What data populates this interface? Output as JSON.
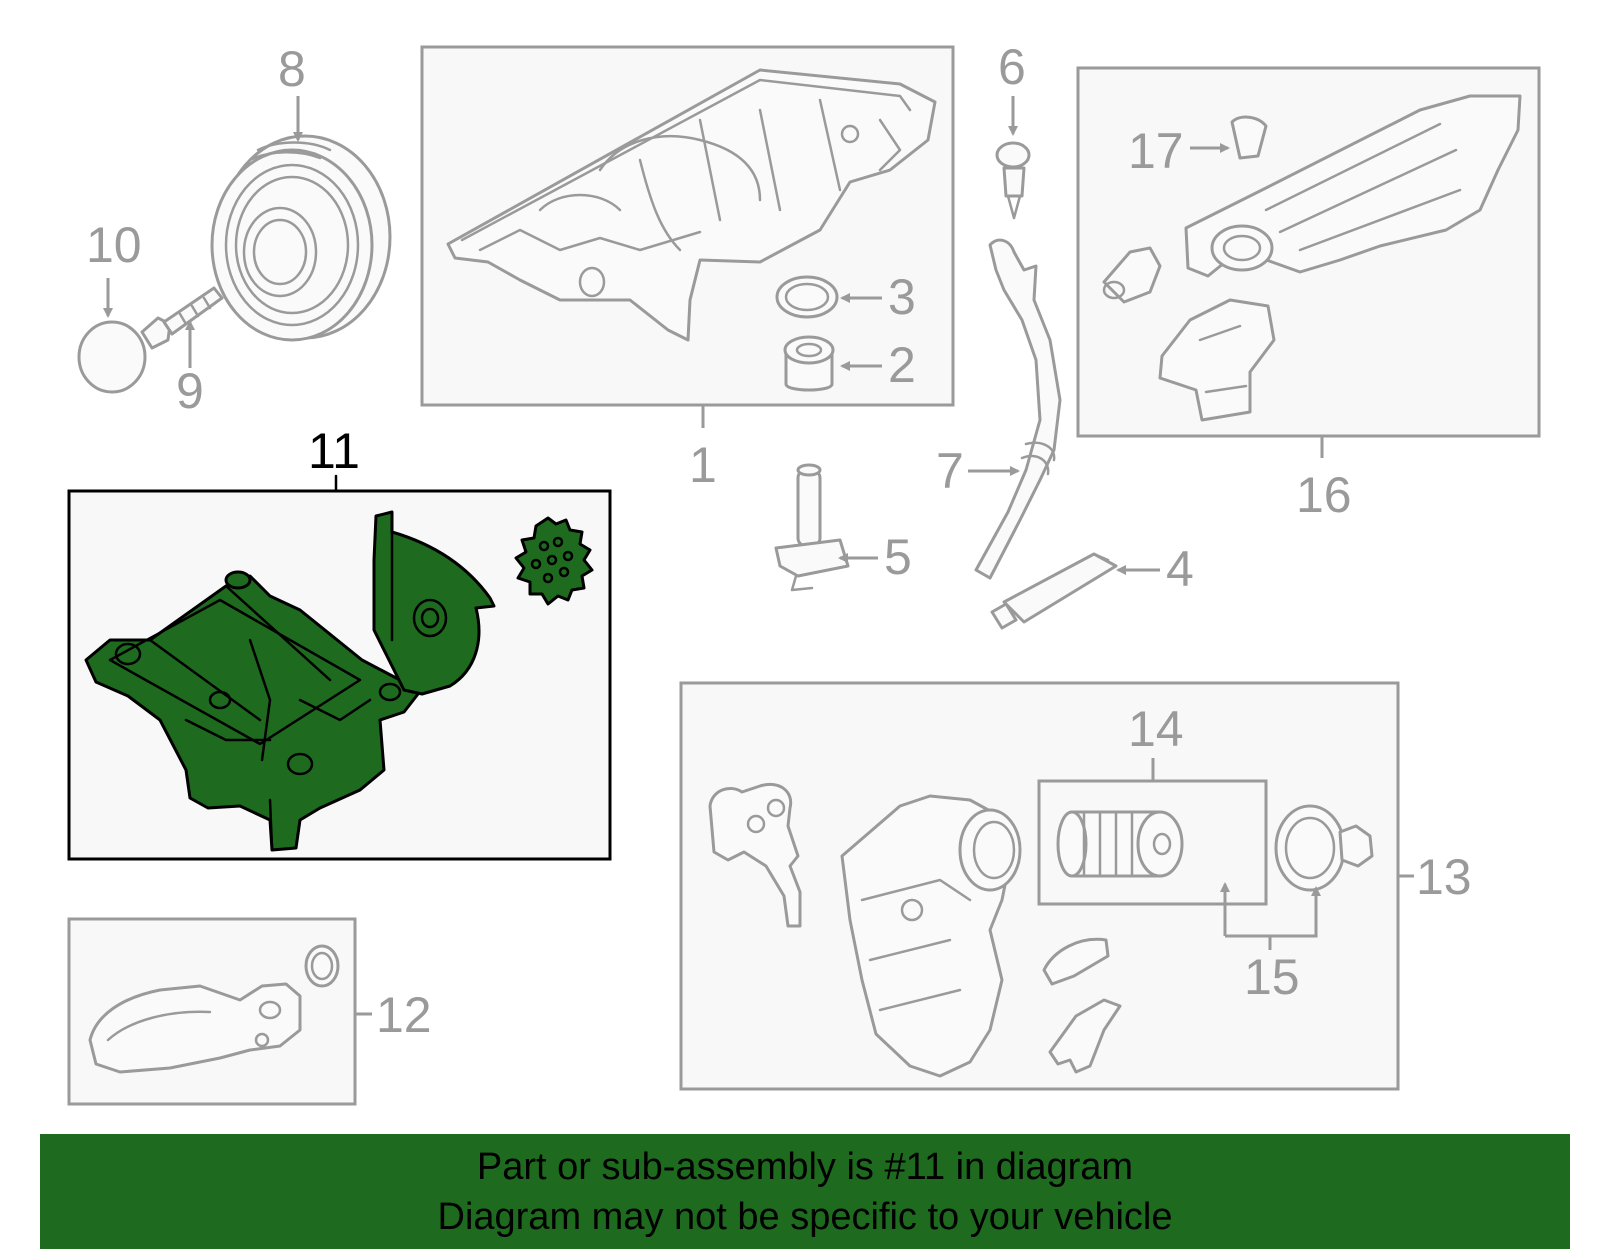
{
  "callouts": {
    "c1": "1",
    "c2": "2",
    "c3": "3",
    "c4": "4",
    "c5": "5",
    "c6": "6",
    "c7": "7",
    "c8": "8",
    "c9": "9",
    "c10": "10",
    "c11": "11",
    "c12": "12",
    "c13": "13",
    "c14": "14",
    "c15": "15",
    "c16": "16",
    "c17": "17"
  },
  "highlighted_part": "11",
  "banner": {
    "line1": "Part or sub-assembly is #11 in diagram",
    "line2": "Diagram may not be specific to your vehicle"
  },
  "colors": {
    "highlight": "#1e6a1e",
    "line_art": "#9a9a9a",
    "box_fill": "#f8f8f8"
  }
}
